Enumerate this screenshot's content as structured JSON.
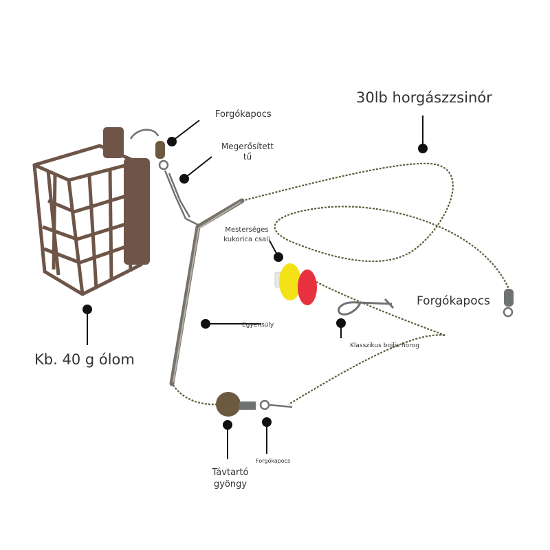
{
  "labels": {
    "line_label": "30lb horgászzsinór",
    "swivel_top": "Forgókapocs",
    "pin_line1": "Megerősített",
    "pin_line2": "tű",
    "bait_line1": "Mesterséges",
    "bait_line2": "kukorica csali",
    "swivel_right": "Forgókapocs",
    "balance": "Egyensúly",
    "hook": "Klasszikus bojlis horog",
    "lead": "Kb. 40 g ólom",
    "bead_line1": "Távtartó",
    "bead_line2": "gyöngy",
    "swivel_bottom": "Forgókapocs"
  },
  "colors": {
    "feeder": "#6e5548",
    "line": "#5a5f3a",
    "tube": "#77726a",
    "bead": "#6b5a40",
    "corn_yellow": "#f3e316",
    "corn_red": "#e8323f",
    "metal": "#6f7272",
    "dot": "#111111"
  }
}
